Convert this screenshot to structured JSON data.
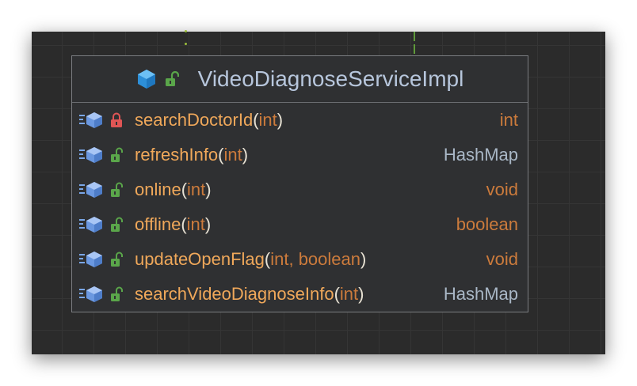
{
  "class": {
    "name": "VideoDiagnoseServiceImpl",
    "header_icons": [
      "class-cube-icon",
      "public-lock-icon"
    ]
  },
  "methods": [
    {
      "name": "searchDoctorId",
      "open": "(",
      "params": "int",
      "close": ")",
      "returns": "int",
      "access": "private"
    },
    {
      "name": "refreshInfo",
      "open": "(",
      "params": "int",
      "close": ")",
      "returns": "HashMap",
      "access": "public"
    },
    {
      "name": "online",
      "open": "(",
      "params": "int",
      "close": ")",
      "returns": "void",
      "access": "public"
    },
    {
      "name": "offline",
      "open": "(",
      "params": "int",
      "close": ")",
      "returns": "boolean",
      "access": "public"
    },
    {
      "name": "updateOpenFlag",
      "open": "(",
      "params": "int, boolean",
      "close": ")",
      "returns": "void",
      "access": "public"
    },
    {
      "name": "searchVideoDiagnoseInfo",
      "open": "(",
      "params": "int",
      "close": ")",
      "returns": "HashMap",
      "access": "public"
    }
  ],
  "colors": {
    "canvas": "#2b2b2b",
    "method_name": "#f0a85a",
    "param_type": "#cc7b3c",
    "class_type": "#a9b7c6",
    "public_lock": "#5aa64a",
    "private_lock": "#e05555",
    "cube": "#4aa8e8",
    "method_icon": "#7aa7e8"
  }
}
